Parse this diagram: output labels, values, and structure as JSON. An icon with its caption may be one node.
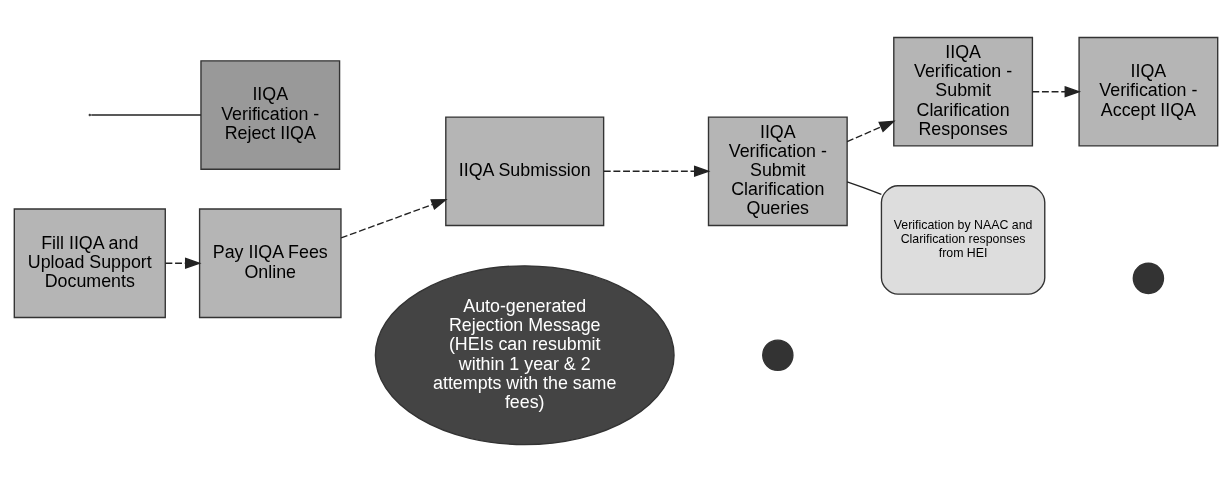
{
  "diagram": {
    "nodes": [
      {
        "text": [
          "Fill IIQA and Upload Support Documents"
        ]
      },
      {
        "text": [
          "Pay IIQA Fees Online"
        ]
      },
      {
        "text": [
          "IIQA Submission"
        ]
      },
      {
        "text": [
          "IIQA Verification - Submit Clarification Queries"
        ]
      },
      {
        "text": [
          "IIQA Verification - Submit Clarification Responses"
        ]
      },
      {
        "text": [
          "IIQA Verification - Accept IIQA"
        ]
      },
      {
        "text": [
          "Auto-generated Rejection Message (HEIs can resubmit within 1 year & 2 attempts with the same fees)"
        ]
      },
      {
        "text": [],
        "shape": "circle"
      },
      {
        "text": [],
        "shape": "circle"
      },
      {
        "text": [
          "IIQA Verification - Reject IIQA"
        ]
      },
      {
        "text": [
          "Verification by NAAC and Clarification responses from HEI"
        ]
      }
    ],
    "edges": [
      {
        "from": 0,
        "to": 1,
        "arrow": "to",
        "style": "dashed"
      },
      {
        "from": 1,
        "to": 2,
        "arrow": "to",
        "style": "dashed"
      },
      {
        "from": 2,
        "to": 3,
        "arrow": "to",
        "style": "dashed"
      },
      {
        "from": 3,
        "to": 4,
        "arrow": "to",
        "style": "dashed"
      },
      {
        "from": 4,
        "to": 5,
        "arrow": "to",
        "style": "dashed"
      },
      {
        "from": 10,
        "to": 3,
        "arrow": "none"
      },
      {
        "from": null,
        "to": 9,
        "arrow": "none"
      }
    ]
  }
}
